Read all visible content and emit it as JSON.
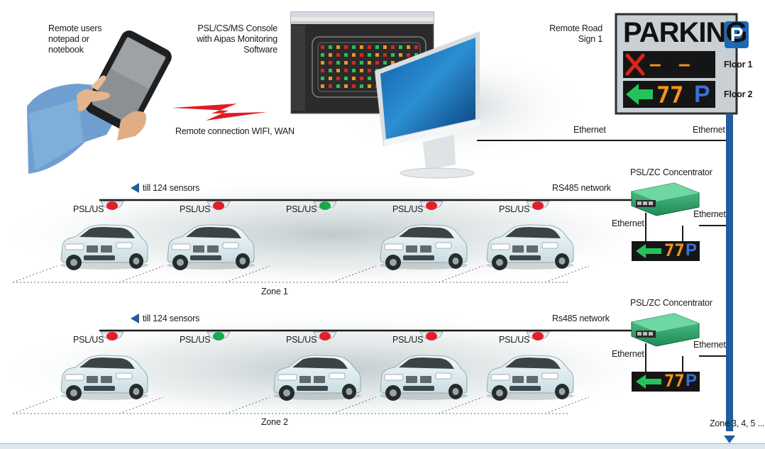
{
  "labels": {
    "remote_users": "Remote users\nnotepad or\nnotebook",
    "console": "PSL/CS/MS Console\nwith Aipas Monitoring\nSoftware",
    "remote_road_sign": "Remote Road\nSign 1",
    "remote_connection": "Remote connection WIFI, WAN",
    "ethernet": "Ethernet",
    "rs485_top": "RS485 network",
    "rs485_bottom": "Rs485 network",
    "concentrator": "PSL/ZC Concentrator",
    "till_sensors": "till 124 sensors",
    "sensor": "PSL/US",
    "zone1": "Zone 1",
    "zone2": "Zone 2",
    "zones_more": "Zone 3, 4, 5 ..."
  },
  "parking_sign": {
    "title": "PARKING",
    "p_letter": "P",
    "floor1": "Floor 1",
    "floor2": "Floor 2",
    "floor1_display": "X--",
    "floor2_display": "77",
    "floor2_p": "P"
  },
  "zone_signs": {
    "zone1_count": "77",
    "zone2_count": "77",
    "p_letter": "P"
  },
  "zone1_sensors": [
    "red",
    "red",
    "green",
    "red",
    "red"
  ],
  "zone2_sensors": [
    "red",
    "green",
    "red",
    "red",
    "red"
  ],
  "colors": {
    "sensor_red": "#e21e2e",
    "sensor_green": "#19a94a",
    "network_blue": "#1f5d9c",
    "concentrator_green": "#3cae7a",
    "led_green": "#24c25a",
    "led_orange": "#f2941b",
    "led_blue": "#3a6fd6",
    "led_red": "#d9261c"
  }
}
